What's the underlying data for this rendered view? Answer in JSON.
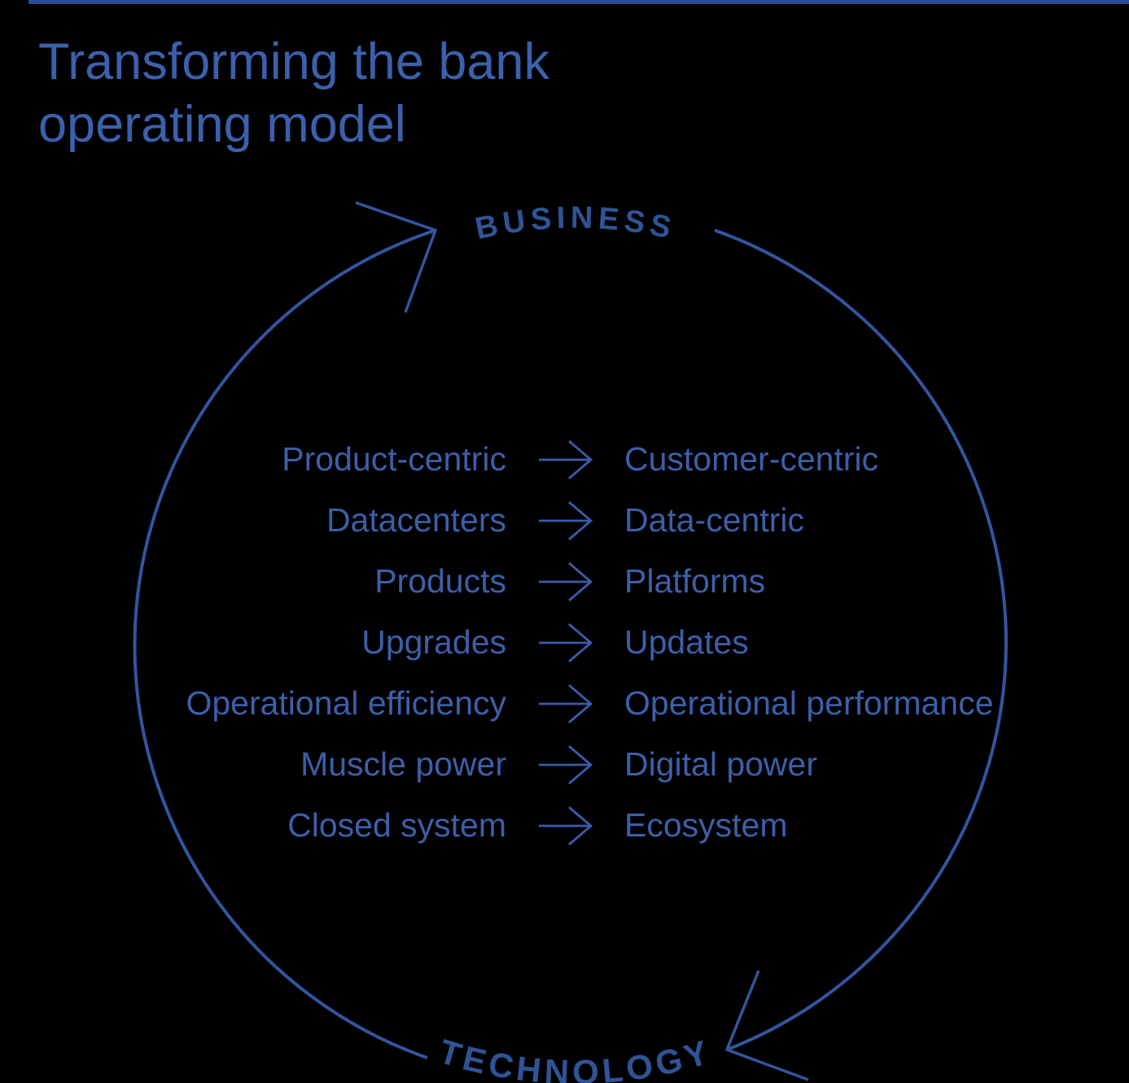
{
  "title": {
    "line1": "Transforming the bank",
    "line2": "operating model"
  },
  "cycle": {
    "top_label": "BUSINESS",
    "bottom_label": "TECHNOLOGY",
    "stroke_color": "#3355A0",
    "label_color": "#2F5496",
    "direction": "clockwise"
  },
  "transformations": {
    "arrow_icon": "right-arrow",
    "arrow_color": "#3A5CA8",
    "text_color": "#3D5FA9",
    "rows": [
      {
        "from": "Product-centric",
        "to": "Customer-centric"
      },
      {
        "from": "Datacenters",
        "to": "Data-centric"
      },
      {
        "from": "Products",
        "to": "Platforms"
      },
      {
        "from": "Upgrades",
        "to": "Updates"
      },
      {
        "from": "Operational efficiency",
        "to": "Operational performance"
      },
      {
        "from": "Muscle power",
        "to": "Digital power"
      },
      {
        "from": "Closed system",
        "to": "Ecosystem"
      }
    ]
  },
  "colors": {
    "background": "#000000",
    "accent_bar": "#2B4B9B",
    "title_text": "#3B60AC"
  }
}
